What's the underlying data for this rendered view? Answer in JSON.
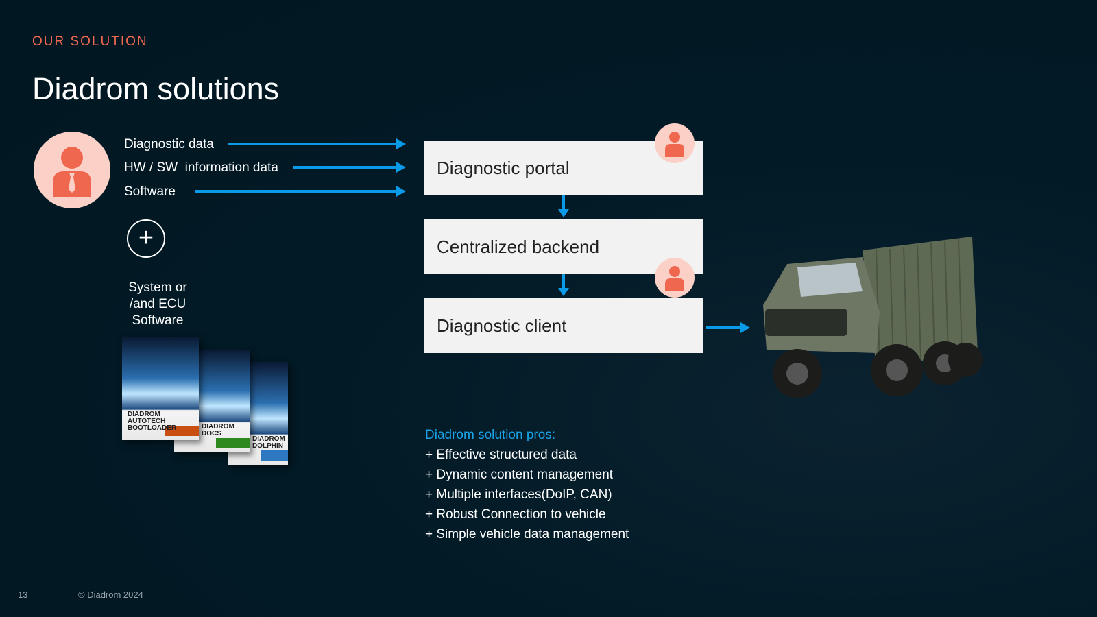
{
  "header": {
    "eyebrow": "OUR SOLUTION",
    "title": "Diadrom solutions"
  },
  "inputs": [
    "Diagnostic data",
    "HW / SW  information data",
    "Software"
  ],
  "system_label": "System or /and ECU Software",
  "products": [
    {
      "name": "DIADROM AUTOTECH BOOTLOADER",
      "color": "#c94e12"
    },
    {
      "name": "DIADROM DOCS",
      "color": "#2e8a1f"
    },
    {
      "name": "DIADROM DOLPHIN",
      "color": "#2e78c2"
    }
  ],
  "flow": [
    "Diagnostic portal",
    "Centralized backend",
    "Diagnostic client"
  ],
  "pros": {
    "heading": "Diadrom solution pros:",
    "items": [
      "+ Effective structured data",
      "+ Dynamic content management",
      "+ Multiple interfaces(DoIP, CAN)",
      "+ Robust Connection to vehicle",
      "+ Simple vehicle data management"
    ]
  },
  "footer": {
    "page": "13",
    "copyright": "© Diadrom 2024"
  },
  "colors": {
    "accent": "#f0674f",
    "arrow": "#0a9be8",
    "person": "#f0674f"
  }
}
